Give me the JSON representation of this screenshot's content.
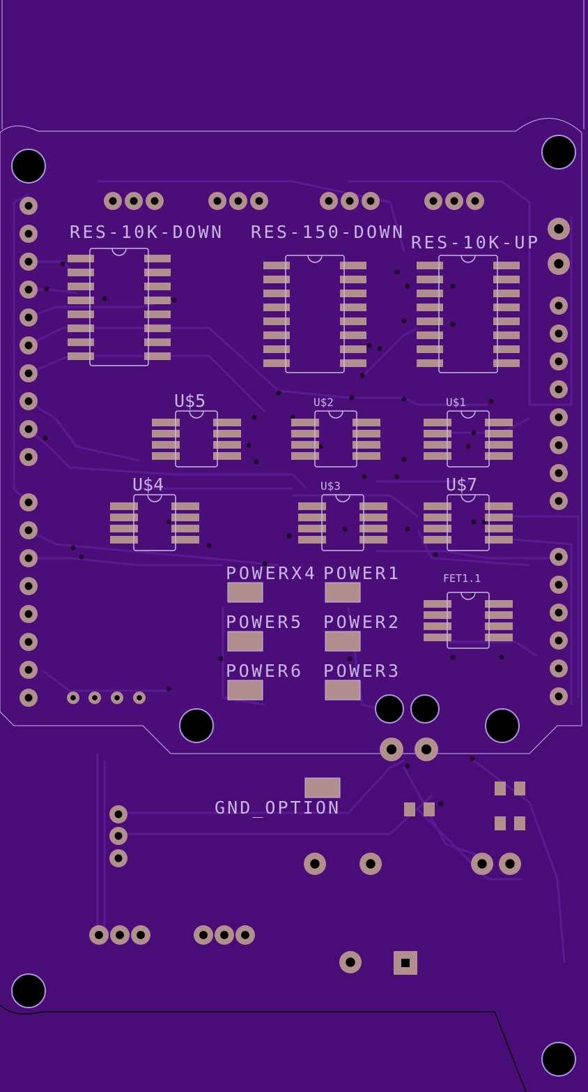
{
  "colors": {
    "board": "#4a0d78",
    "board_dark": "#3e0a69",
    "trace": "#5b1a92",
    "pad": "#b28f8f",
    "silk": "#c7b7e6",
    "hole": "#000000"
  },
  "labels": {
    "res_10k_down": "RES-10K-DOWN",
    "res_150_down": "RES-150-DOWN",
    "res_10k_up": "RES-10K-UP",
    "u5": "U$5",
    "u2": "U$2",
    "u1": "U$1",
    "u4": "U$4",
    "u3": "U$3",
    "u7": "U$7",
    "powerx4": "POWERX4",
    "power1": "POWER1",
    "power5": "POWER5",
    "power2": "POWER2",
    "power6": "POWER6",
    "power3": "POWER3",
    "fet1_1": "FET1.1",
    "gnd_option": "GND_OPTION"
  }
}
